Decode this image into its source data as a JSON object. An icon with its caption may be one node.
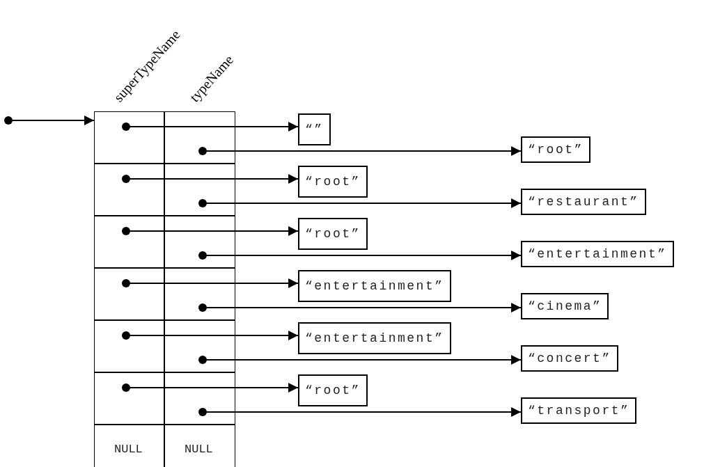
{
  "diagram": {
    "nodes": [
      {
        "text": [],
        "shape": "box"
      },
      {
        "text": [],
        "shape": "box"
      },
      {
        "text": [],
        "shape": "box"
      },
      {
        "text": [],
        "shape": "box"
      },
      {
        "text": [],
        "shape": "box"
      },
      {
        "text": [],
        "shape": "box"
      },
      {
        "text": [
          "NULL",
          "NULL"
        ]
      },
      {
        "text": [
          "“”"
        ]
      },
      {
        "text": [
          "“root”"
        ]
      },
      {
        "text": [
          "“root”"
        ]
      },
      {
        "text": [
          "“restaurant”"
        ]
      },
      {
        "text": [
          "“root”"
        ]
      },
      {
        "text": [
          "“entertainment”"
        ]
      },
      {
        "text": [
          "“entertainment”"
        ]
      },
      {
        "text": [
          "“cinema”"
        ]
      },
      {
        "text": [
          "“entertainment”"
        ]
      },
      {
        "text": [
          "“concert”"
        ]
      },
      {
        "text": [
          "“root”"
        ]
      },
      {
        "text": [
          "“transport”"
        ]
      }
    ],
    "edges": [
      {
        "from": null,
        "to": 0,
        "arrow": "to"
      },
      {
        "from": 0,
        "to": 7,
        "arrow": "to"
      },
      {
        "from": 0,
        "to": 8,
        "arrow": "to"
      },
      {
        "from": 1,
        "to": 9,
        "arrow": "to"
      },
      {
        "from": 1,
        "to": 10,
        "arrow": "to"
      },
      {
        "from": 2,
        "to": 11,
        "arrow": "to"
      },
      {
        "from": 2,
        "to": 12,
        "arrow": "to"
      },
      {
        "from": 3,
        "to": 13,
        "arrow": "to"
      },
      {
        "from": 3,
        "to": 14,
        "arrow": "to"
      },
      {
        "from": 4,
        "to": 15,
        "arrow": "to"
      },
      {
        "from": 4,
        "to": 16,
        "arrow": "to"
      },
      {
        "from": 5,
        "to": 17,
        "arrow": "to"
      },
      {
        "from": 5,
        "to": 18,
        "arrow": "to"
      }
    ],
    "labels": [
      "superTypeName",
      "typeName"
    ]
  }
}
